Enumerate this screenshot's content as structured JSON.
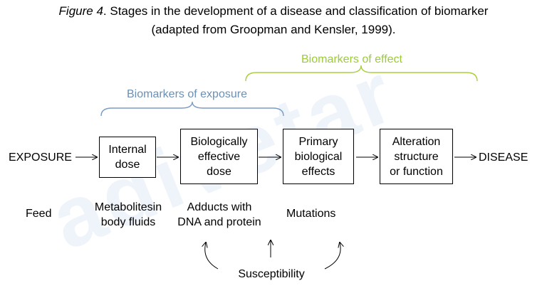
{
  "title": {
    "figure_label": "Figure 4",
    "line1_rest": ". Stages in the development of a disease and classification of biomarker",
    "line2": "(adapted from Groopman and Kensler, 1999)."
  },
  "biomarkers_effect": {
    "label": "Biomarkers of effect",
    "color": "#9acd32"
  },
  "biomarkers_exposure": {
    "label": "Biomarkers of exposure",
    "color": "#6b8fb5"
  },
  "flow": {
    "exposure": "EXPOSURE",
    "disease": "DISEASE",
    "boxes": [
      {
        "line1": "Internal",
        "line2": "dose",
        "line3": ""
      },
      {
        "line1": "Biologically",
        "line2": "effective",
        "line3": "dose"
      },
      {
        "line1": "Primary",
        "line2": "biological",
        "line3": "effects"
      },
      {
        "line1": "Alteration",
        "line2": "structure",
        "line3": "or function"
      }
    ]
  },
  "examples": {
    "feed": "Feed",
    "metabolites_line1": "Metabolitesin",
    "metabolites_line2": "body fluids",
    "adducts_line1": "Adducts with",
    "adducts_line2": "DNA and protein",
    "mutations": "Mutations"
  },
  "susceptibility": "Susceptibility",
  "watermark": "adivetar"
}
